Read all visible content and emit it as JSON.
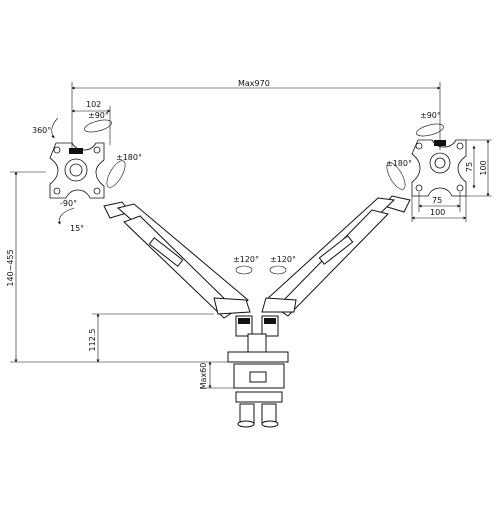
{
  "diagram": {
    "dimensions": {
      "max_reach": "Max970",
      "plate_left_width": "102",
      "plate_right_height": "100",
      "plate_right_vesa_height": "75",
      "plate_right_vesa_width": "75",
      "plate_right_width": "100",
      "height_range": "140~455",
      "arm_base_height": "112.5",
      "clamp_max": "Max60"
    },
    "rotations": {
      "left_swivel_top": "±90°",
      "left_rotate": "360°",
      "left_tilt": "±180°",
      "left_lower_tilt_up": "-90°",
      "left_lower_tilt_down": "15°",
      "right_swivel_top": "±90°",
      "right_tilt": "±180°",
      "arm_left_pivot": "±120°",
      "arm_right_pivot": "±120°"
    }
  }
}
